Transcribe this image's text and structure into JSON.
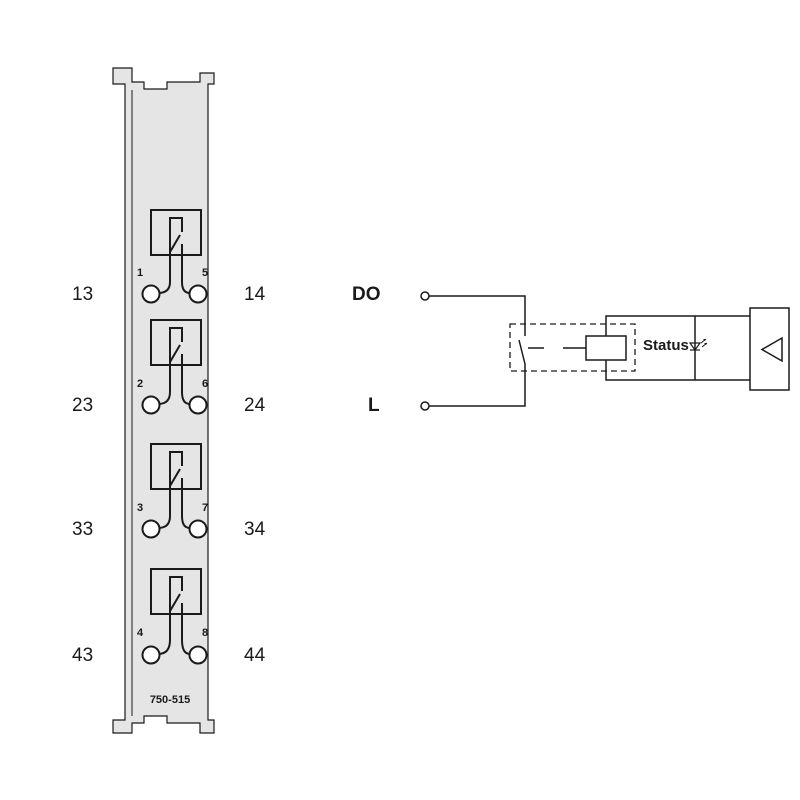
{
  "module": {
    "part_number": "750-515",
    "channels": [
      {
        "left_label": "13",
        "right_label": "14",
        "left_pin": "1",
        "right_pin": "5"
      },
      {
        "left_label": "23",
        "right_label": "24",
        "left_pin": "2",
        "right_pin": "6"
      },
      {
        "left_label": "33",
        "right_label": "34",
        "left_pin": "3",
        "right_pin": "7"
      },
      {
        "left_label": "43",
        "right_label": "44",
        "left_pin": "4",
        "right_pin": "8"
      }
    ]
  },
  "schematic": {
    "terminal_do": "DO",
    "terminal_l": "L",
    "status_label": "Status"
  },
  "colors": {
    "module_fill": "#e5e5e5",
    "line": "#1a1a1a",
    "background": "#ffffff"
  }
}
